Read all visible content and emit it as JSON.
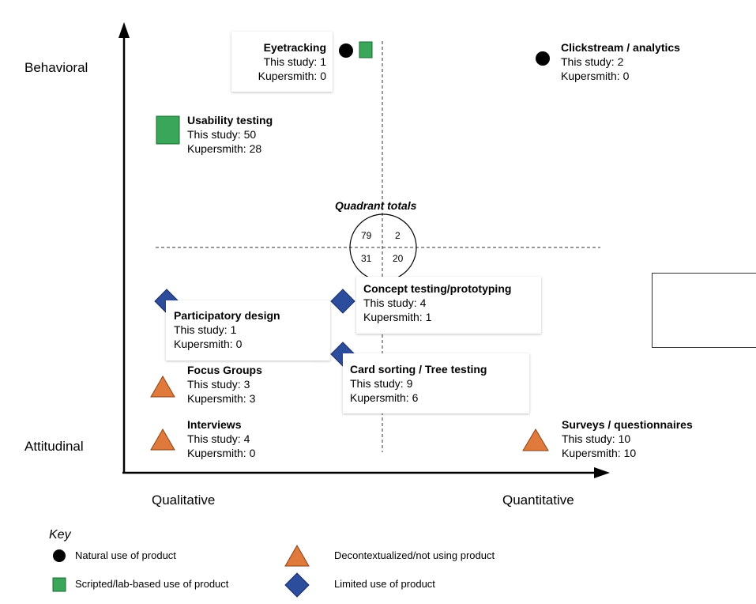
{
  "axes": {
    "y_top_label": "Behavioral",
    "y_bottom_label": "Attitudinal",
    "x_left_label": "Qualitative",
    "x_right_label": "Quantitative"
  },
  "colors": {
    "natural": "#000000",
    "scripted": "#3aa65a",
    "decontextualized": "#e07a3c",
    "limited": "#2c4c9c"
  },
  "methods": [
    {
      "key": "eyetracking",
      "title": "Eyetracking",
      "study": "This study: 1",
      "kupersmith": "Kupersmith: 0"
    },
    {
      "key": "clickstream",
      "title": "Clickstream / analytics",
      "study": "This study: 2",
      "kupersmith": "Kupersmith: 0"
    },
    {
      "key": "usability",
      "title": "Usability testing",
      "study": "This study: 50",
      "kupersmith": "Kupersmith: 28"
    },
    {
      "key": "concept",
      "title": "Concept testing/prototyping",
      "study": "This study: 4",
      "kupersmith": "Kupersmith: 1"
    },
    {
      "key": "participatory",
      "title": "Participatory design",
      "study": "This study: 1",
      "kupersmith": "Kupersmith: 0"
    },
    {
      "key": "focus",
      "title": "Focus Groups",
      "study": "This study: 3",
      "kupersmith": "Kupersmith: 3"
    },
    {
      "key": "cardsort",
      "title": "Card sorting / Tree testing",
      "study": "This study: 9",
      "kupersmith": "Kupersmith: 6"
    },
    {
      "key": "interviews",
      "title": "Interviews",
      "study": "This study: 4",
      "kupersmith": "Kupersmith: 0"
    },
    {
      "key": "surveys",
      "title": "Surveys / questionnaires",
      "study": "This study: 10",
      "kupersmith": "Kupersmith: 10"
    }
  ],
  "quadrant_totals": {
    "title": "Quadrant totals",
    "top_left": "79",
    "top_right": "2",
    "bottom_left": "31",
    "bottom_right": "20"
  },
  "key": {
    "title": "Key",
    "natural": "Natural use of product",
    "scripted": "Scripted/lab-based use of product",
    "decontextualized": "Decontextualized/not using product",
    "limited": "Limited use of product"
  }
}
